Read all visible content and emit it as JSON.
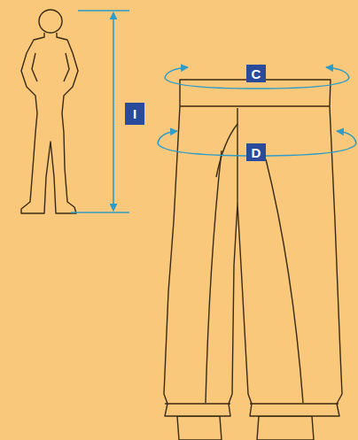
{
  "diagram": {
    "nodes": [
      {
        "text": [
          "C"
        ]
      },
      {
        "text": [
          "I"
        ]
      },
      {
        "text": [
          "D"
        ]
      }
    ]
  }
}
